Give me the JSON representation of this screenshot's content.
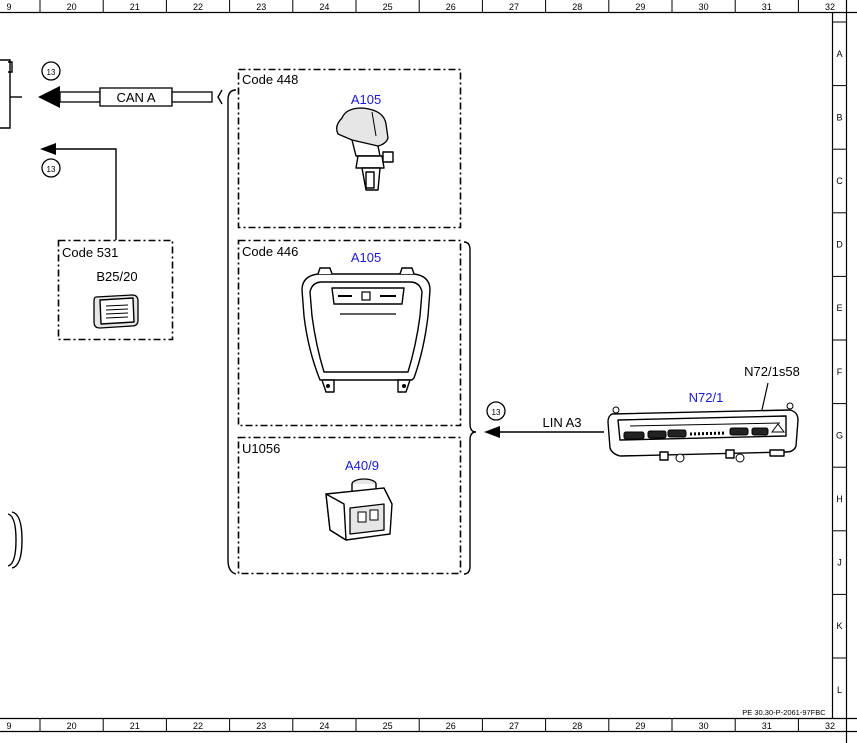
{
  "ruler": {
    "columns": [
      "9",
      "20",
      "21",
      "22",
      "23",
      "24",
      "25",
      "26",
      "27",
      "28",
      "29",
      "30",
      "31",
      "32"
    ],
    "rows": [
      "A",
      "B",
      "C",
      "D",
      "E",
      "F",
      "G",
      "H",
      "J",
      "K",
      "L"
    ]
  },
  "connectors": {
    "can": {
      "label": "CAN A",
      "ref": "13"
    },
    "sensor_ref": "13",
    "lin": {
      "label": "LIN A3",
      "ref": "13"
    }
  },
  "boxes": [
    {
      "code": "Code 448",
      "component": "A105",
      "icon": "gear-selector-icon"
    },
    {
      "code": "Code 446",
      "component": "A105",
      "icon": "console-panel-icon"
    },
    {
      "code": "U1056",
      "component": "A40/9",
      "icon": "control-module-icon"
    },
    {
      "code": "Code 531",
      "component": "B25/20",
      "icon": "sensor-icon"
    }
  ],
  "control_panel": {
    "component": "N72/1",
    "switch_label": "N72/1s58",
    "icon": "climate-control-panel-icon"
  },
  "colors": {
    "line": "#000000",
    "component_label": "#1a1ad6",
    "background": "#ffffff"
  },
  "footer": {
    "doc_id": "PE 30.30-P-2061-97FBC"
  }
}
